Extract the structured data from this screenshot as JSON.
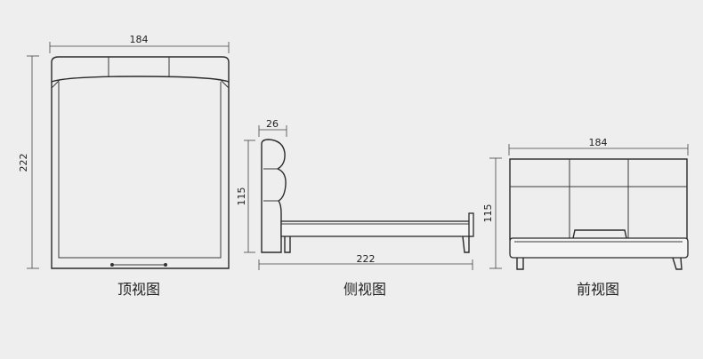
{
  "top_view": {
    "caption": "顶视图",
    "width_label": "184",
    "length_label": "222"
  },
  "side_view": {
    "caption": "侧视图",
    "depth_label": "26",
    "height_label": "115",
    "length_label": "222"
  },
  "front_view": {
    "caption": "前视图",
    "width_label": "184",
    "height_label": "115"
  }
}
